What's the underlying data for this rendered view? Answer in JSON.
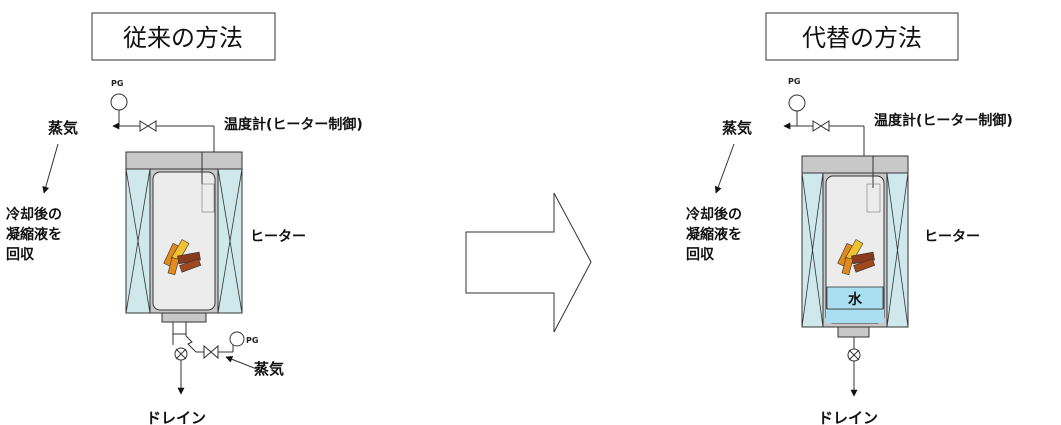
{
  "left_panel": {
    "title": "従来の方法",
    "steam_top": "蒸気",
    "pressure_gauge_top": "PG",
    "thermometer": "温度計(ヒーター制御)",
    "condensate_line1": "冷却後の",
    "condensate_line2": "凝縮液を",
    "condensate_line3": "回収",
    "heater": "ヒーター",
    "pressure_gauge_bottom": "PG",
    "steam_bottom": "蒸気",
    "drain": "ドレイン"
  },
  "right_panel": {
    "title": "代替の方法",
    "steam_top": "蒸気",
    "pressure_gauge_top": "PG",
    "thermometer": "温度計(ヒーター制御)",
    "condensate_line1": "冷却後の",
    "condensate_line2": "凝縮液を",
    "condensate_line3": "回収",
    "heater": "ヒーター",
    "water": "水",
    "drain": "ドレイン"
  },
  "colors": {
    "heater_jacket": "#cfe8ec",
    "vessel_body": "#c8c8c8",
    "inner_chamber": "#ececec",
    "water": "#a9dff0",
    "wood_orange": "#e38a1c",
    "wood_yellow": "#f2c12e",
    "wood_brown": "#8a3b1e"
  }
}
